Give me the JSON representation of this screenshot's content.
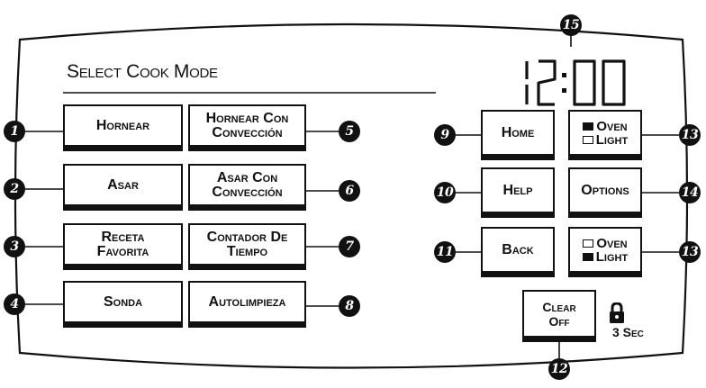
{
  "panel": {
    "title": "Select Cook Mode",
    "clock": "12:00"
  },
  "left_buttons": [
    {
      "id": 1,
      "label": "Hornear"
    },
    {
      "id": 2,
      "label": "Asar"
    },
    {
      "id": 3,
      "label": "Receta\nFavorita"
    },
    {
      "id": 4,
      "label": "Sonda"
    }
  ],
  "middle_buttons": [
    {
      "id": 5,
      "label": "Hornear Con\nConvección"
    },
    {
      "id": 6,
      "label": "Asar Con\nConvección"
    },
    {
      "id": 7,
      "label": "Contador De\nTiempo"
    },
    {
      "id": 8,
      "label": "Autolimpieza"
    }
  ],
  "right_buttons": [
    {
      "id": 9,
      "label": "Home"
    },
    {
      "id": 10,
      "label": "Help"
    },
    {
      "id": 11,
      "label": "Back"
    }
  ],
  "oven_light_top": {
    "id": 13,
    "line1": "Oven",
    "line2": "Light"
  },
  "options_button": {
    "id": 14,
    "label": "Options"
  },
  "oven_light_bottom": {
    "id": 13,
    "line1": "Oven",
    "line2": "Light"
  },
  "clear_off_button": {
    "id": 12,
    "label": "Clear\nOff"
  },
  "lock": {
    "icon": "lock-icon",
    "text": "3 Sec"
  },
  "clock_callout": {
    "id": 15
  },
  "colors": {
    "ink": "#111111",
    "background": "#ffffff"
  }
}
